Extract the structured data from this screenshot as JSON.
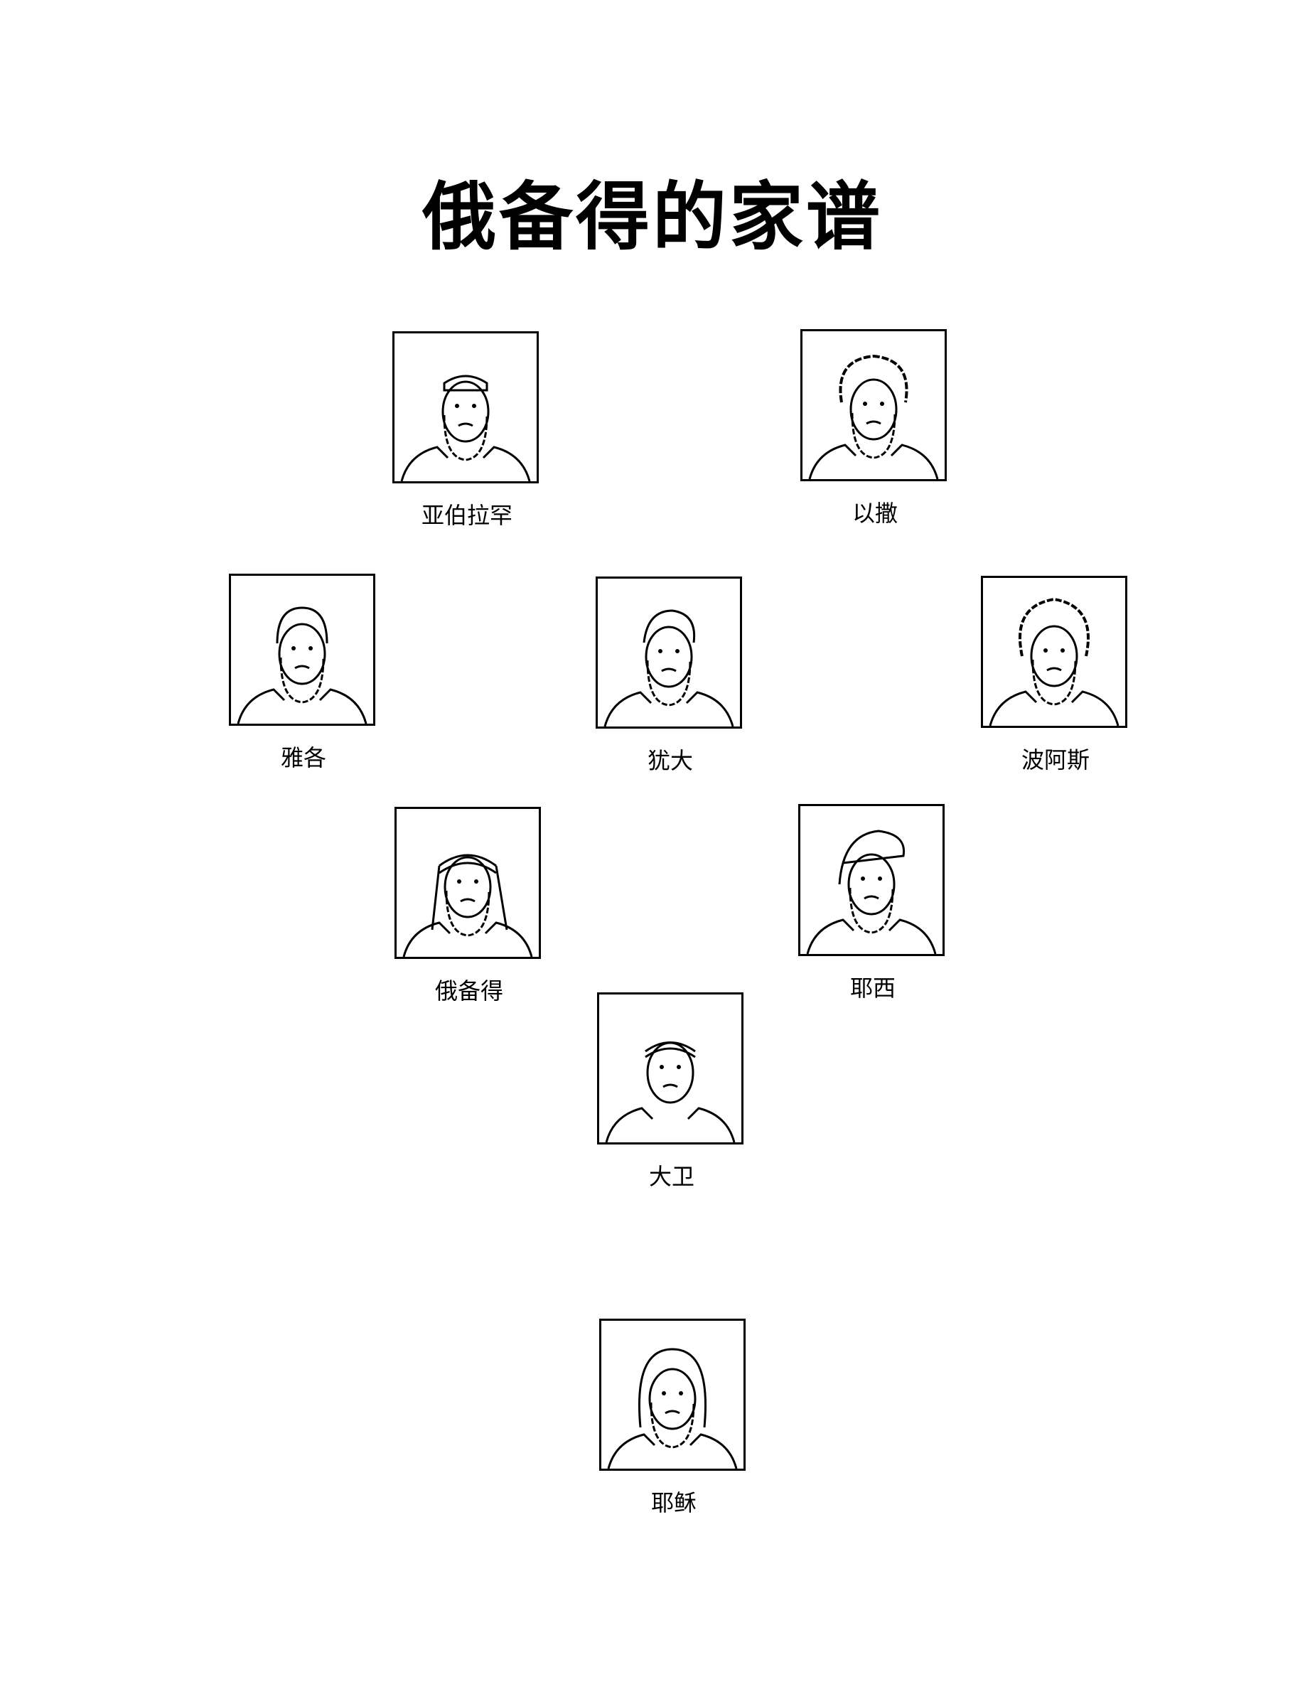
{
  "title": "俄备得的家谱",
  "people": [
    {
      "name": "亚伯拉罕",
      "icon": "bearded-man-headband-portrait"
    },
    {
      "name": "以撒",
      "icon": "curly-haired-man-portrait"
    },
    {
      "name": "雅各",
      "icon": "bearded-man-eyes-closed-portrait"
    },
    {
      "name": "犹大",
      "icon": "bald-bearded-man-portrait"
    },
    {
      "name": "波阿斯",
      "icon": "curly-bearded-man-portrait"
    },
    {
      "name": "俄备得",
      "icon": "man-headcloth-portrait"
    },
    {
      "name": "耶西",
      "icon": "man-hood-portrait"
    },
    {
      "name": "大卫",
      "icon": "young-man-headband-portrait"
    },
    {
      "name": "耶稣",
      "icon": "jesus-portrait"
    }
  ]
}
